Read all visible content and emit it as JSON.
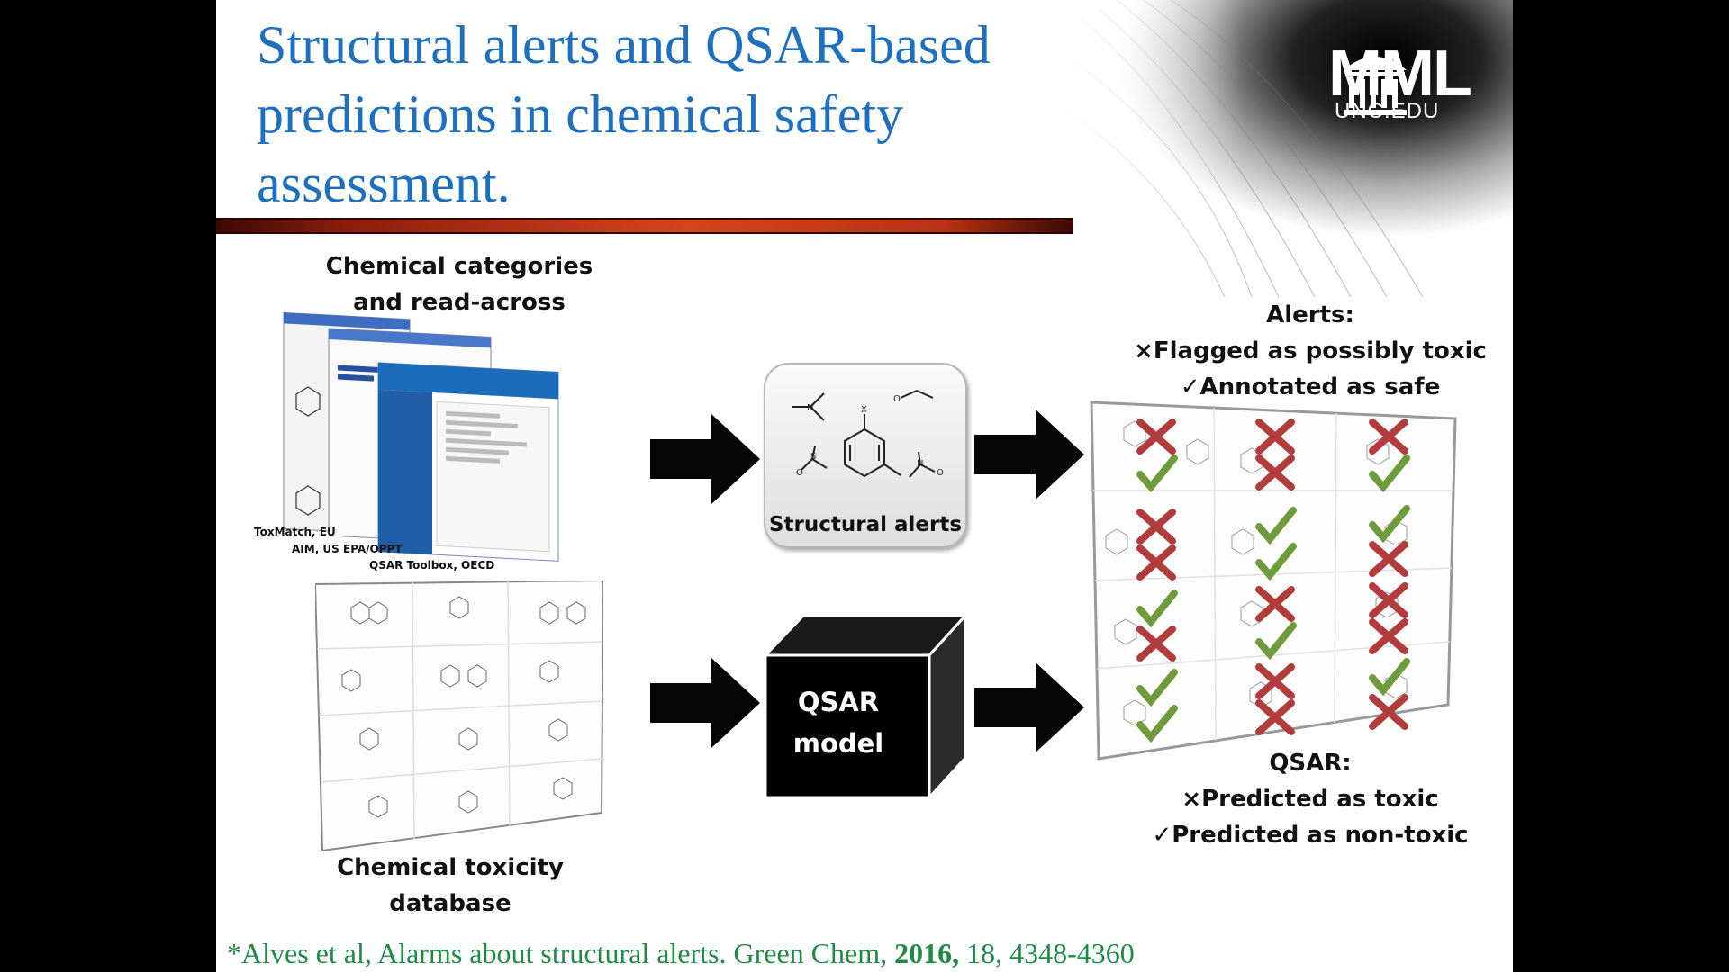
{
  "slide": {
    "title": "Structural alerts and QSAR-based predictions in chemical safety assessment.",
    "logo": {
      "text": "MML",
      "subtext": "UNC.EDU",
      "icon": "old-well-icon"
    }
  },
  "panels": {
    "categories": {
      "label_line1": "Chemical categories",
      "label_line2": "and read-across",
      "sources": [
        "ToxMatch, EU",
        "AIM, US EPA/OPPT",
        "QSAR Toolbox, OECD"
      ]
    },
    "database": {
      "label_line1": "Chemical toxicity",
      "label_line2": "database"
    },
    "structural_alerts": {
      "label": "Structural alerts"
    },
    "qsar_model": {
      "label_line1": "QSAR",
      "label_line2": "model"
    },
    "alerts_legend": {
      "heading": "Alerts:",
      "toxic": "Flagged as possibly toxic",
      "safe": "Annotated as safe",
      "toxic_symbol": "×",
      "safe_symbol": "✓"
    },
    "qsar_legend": {
      "heading": "QSAR:",
      "toxic": "Predicted as toxic",
      "safe": "Predicted as non-toxic",
      "toxic_symbol": "×",
      "safe_symbol": "✓"
    }
  },
  "results_grid": {
    "cells": [
      [
        "×✓",
        "××",
        "×✓"
      ],
      [
        "××",
        "✓✓",
        "✓×"
      ],
      [
        "✓×",
        "×✓",
        "××"
      ],
      [
        "✓✓",
        "××",
        "✓×"
      ]
    ]
  },
  "citation": {
    "prefix": "*Alves et al, Alarms about structural alerts. Green Chem, ",
    "year": "2016,",
    "suffix": " 18, 4348-4360"
  },
  "colors": {
    "title": "#1f6fbf",
    "citation": "#1e8a46",
    "check": "#6f9c3b",
    "cross": "#b23b3b"
  }
}
